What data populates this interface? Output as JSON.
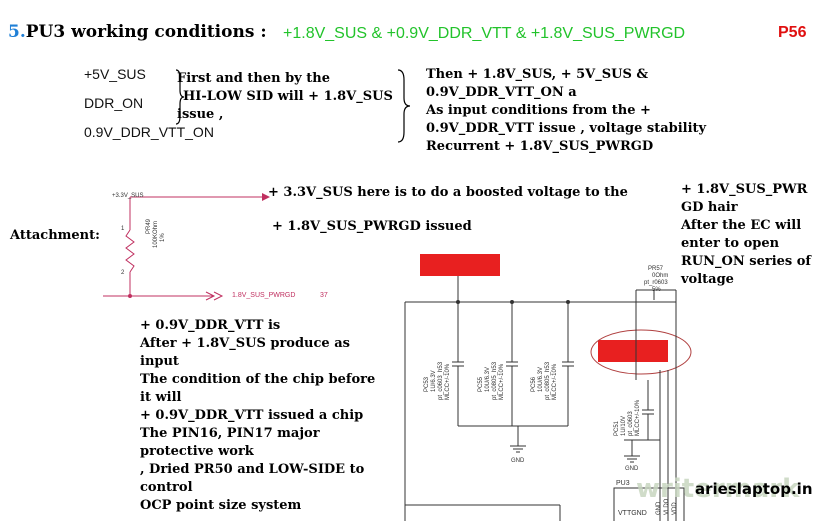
{
  "header": {
    "number": "5.",
    "title": "PU3 working conditions :",
    "subtitle": "+1.8V_SUS & +0.9V_DDR_VTT & +1.8V_SUS_PWRGD",
    "page": "P56"
  },
  "inputs": [
    "+5V_SUS",
    "DDR_ON",
    "0.9V_DDR_VTT_ON"
  ],
  "step1": [
    "First and then by the",
    "HI-LOW SID will + 1.8V_SUS",
    "issue ,"
  ],
  "step2": [
    "Then + 1.8V_SUS, + 5V_SUS &",
    "0.9V_DDR_VTT_ON a",
    "As input conditions from the +",
    "0.9V_DDR_VTT issue , voltage stability",
    "Recurrent + 1.8V_SUS_PWRGD"
  ],
  "boost_note": {
    "line1": "+ 3.3V_SUS here is to do a boosted voltage to the",
    "line2": "+ 1.8V_SUS_PWRGD issued"
  },
  "attachment_label": "Attachment:",
  "right_note": [
    "+ 1.8V_SUS_PWR",
    "GD hair",
    "After the EC will",
    "enter to open",
    "RUN_ON series of",
    "voltage"
  ],
  "vtt_note": [
    "+ 0.9V_DDR_VTT is",
    "After + 1.8V_SUS produce as",
    "input",
    "The condition of the chip before",
    "it will",
    "+ 0.9V_DDR_VTT issued a chip",
    "The PIN16, PIN17 major",
    "protective work",
    ", Dried PR50 and LOW-SIDE to",
    "control",
    "OCP point size system"
  ],
  "schematic": {
    "net_top": "+3.3V_SUS",
    "resistor_ref": "PR49",
    "resistor_val": "100KOhm",
    "resistor_tol": "1%",
    "pin1": "1",
    "pin2": "2",
    "pwrgd_net": "1.8V_SUS_PWRGD",
    "pwrgd_page": "37",
    "caps": [
      {
        "ref": "PC53",
        "val": "1U/6.3V",
        "pkg": "pt_c0603_h53",
        "type": "MLCC+/-10%"
      },
      {
        "ref": "PC55",
        "val": "10U/6.3V",
        "pkg": "pt_c0805_h53",
        "type": "MLCC+/-10%"
      },
      {
        "ref": "PC56",
        "val": "10U/6.3V",
        "pkg": "pt_c0805_h53",
        "type": "MLCC+/-10%"
      }
    ],
    "gnd1": "GND",
    "gnd2": "GND",
    "r_ref": "PR57",
    "r_val": "0Ohm",
    "r_pkg": "pt_r0603",
    "r_tol": "5%",
    "cap4": {
      "ref": "PC51",
      "val": "1U/10V",
      "pkg": "pt_c0603",
      "type": "MLCC+/-10%"
    },
    "chip_ref": "PU3",
    "chip_pin": "VTTGND",
    "chip_pin2": "GND",
    "chip_pin3": "VLDO",
    "chip_pin4": "VDD"
  },
  "watermark": "writermark",
  "site": "arieslaptop.in",
  "colors": {
    "title_num": "#1f7fd6",
    "subtitle": "#22c32b",
    "page": "#e01010",
    "highlight": "#e82020",
    "net_line": "#c03060"
  }
}
